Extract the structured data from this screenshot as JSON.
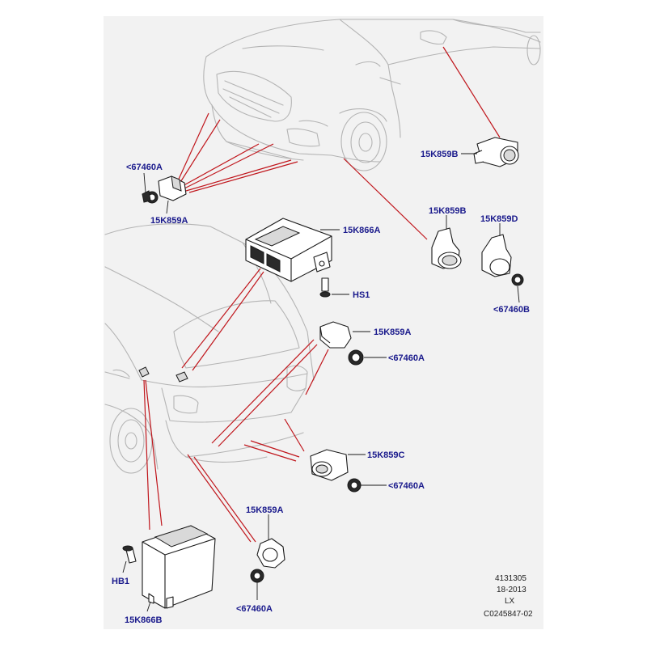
{
  "labels": {
    "front_tab_left": "<67460A",
    "front_sensor_left": "15K859A",
    "mirror_sensor": "15K859B",
    "front_sensor_b": "15K859B",
    "front_sensor_d": "15K859D",
    "front_tab_b": "<67460B",
    "module_upper": "15K866A",
    "screw_upper": "HS1",
    "rear_sensor_a": "15K859A",
    "rear_tab_a": "<67460A",
    "rear_sensor_c": "15K859C",
    "rear_tab_c": "<67460A",
    "rear_sensor_a_lower": "15K859A",
    "rear_tab_a_lower": "<67460A",
    "screw_lower": "HB1",
    "module_lower": "15K866B"
  },
  "footer": {
    "line1": "4131305",
    "line2": "18-2013",
    "line3": "LX",
    "line4": "C0245847-02"
  },
  "colors": {
    "callout_line": "#c0161c",
    "label_text": "#1a1a8c",
    "vehicle_outline": "#b4b4b4",
    "panel_background": "#f2f2f2"
  }
}
